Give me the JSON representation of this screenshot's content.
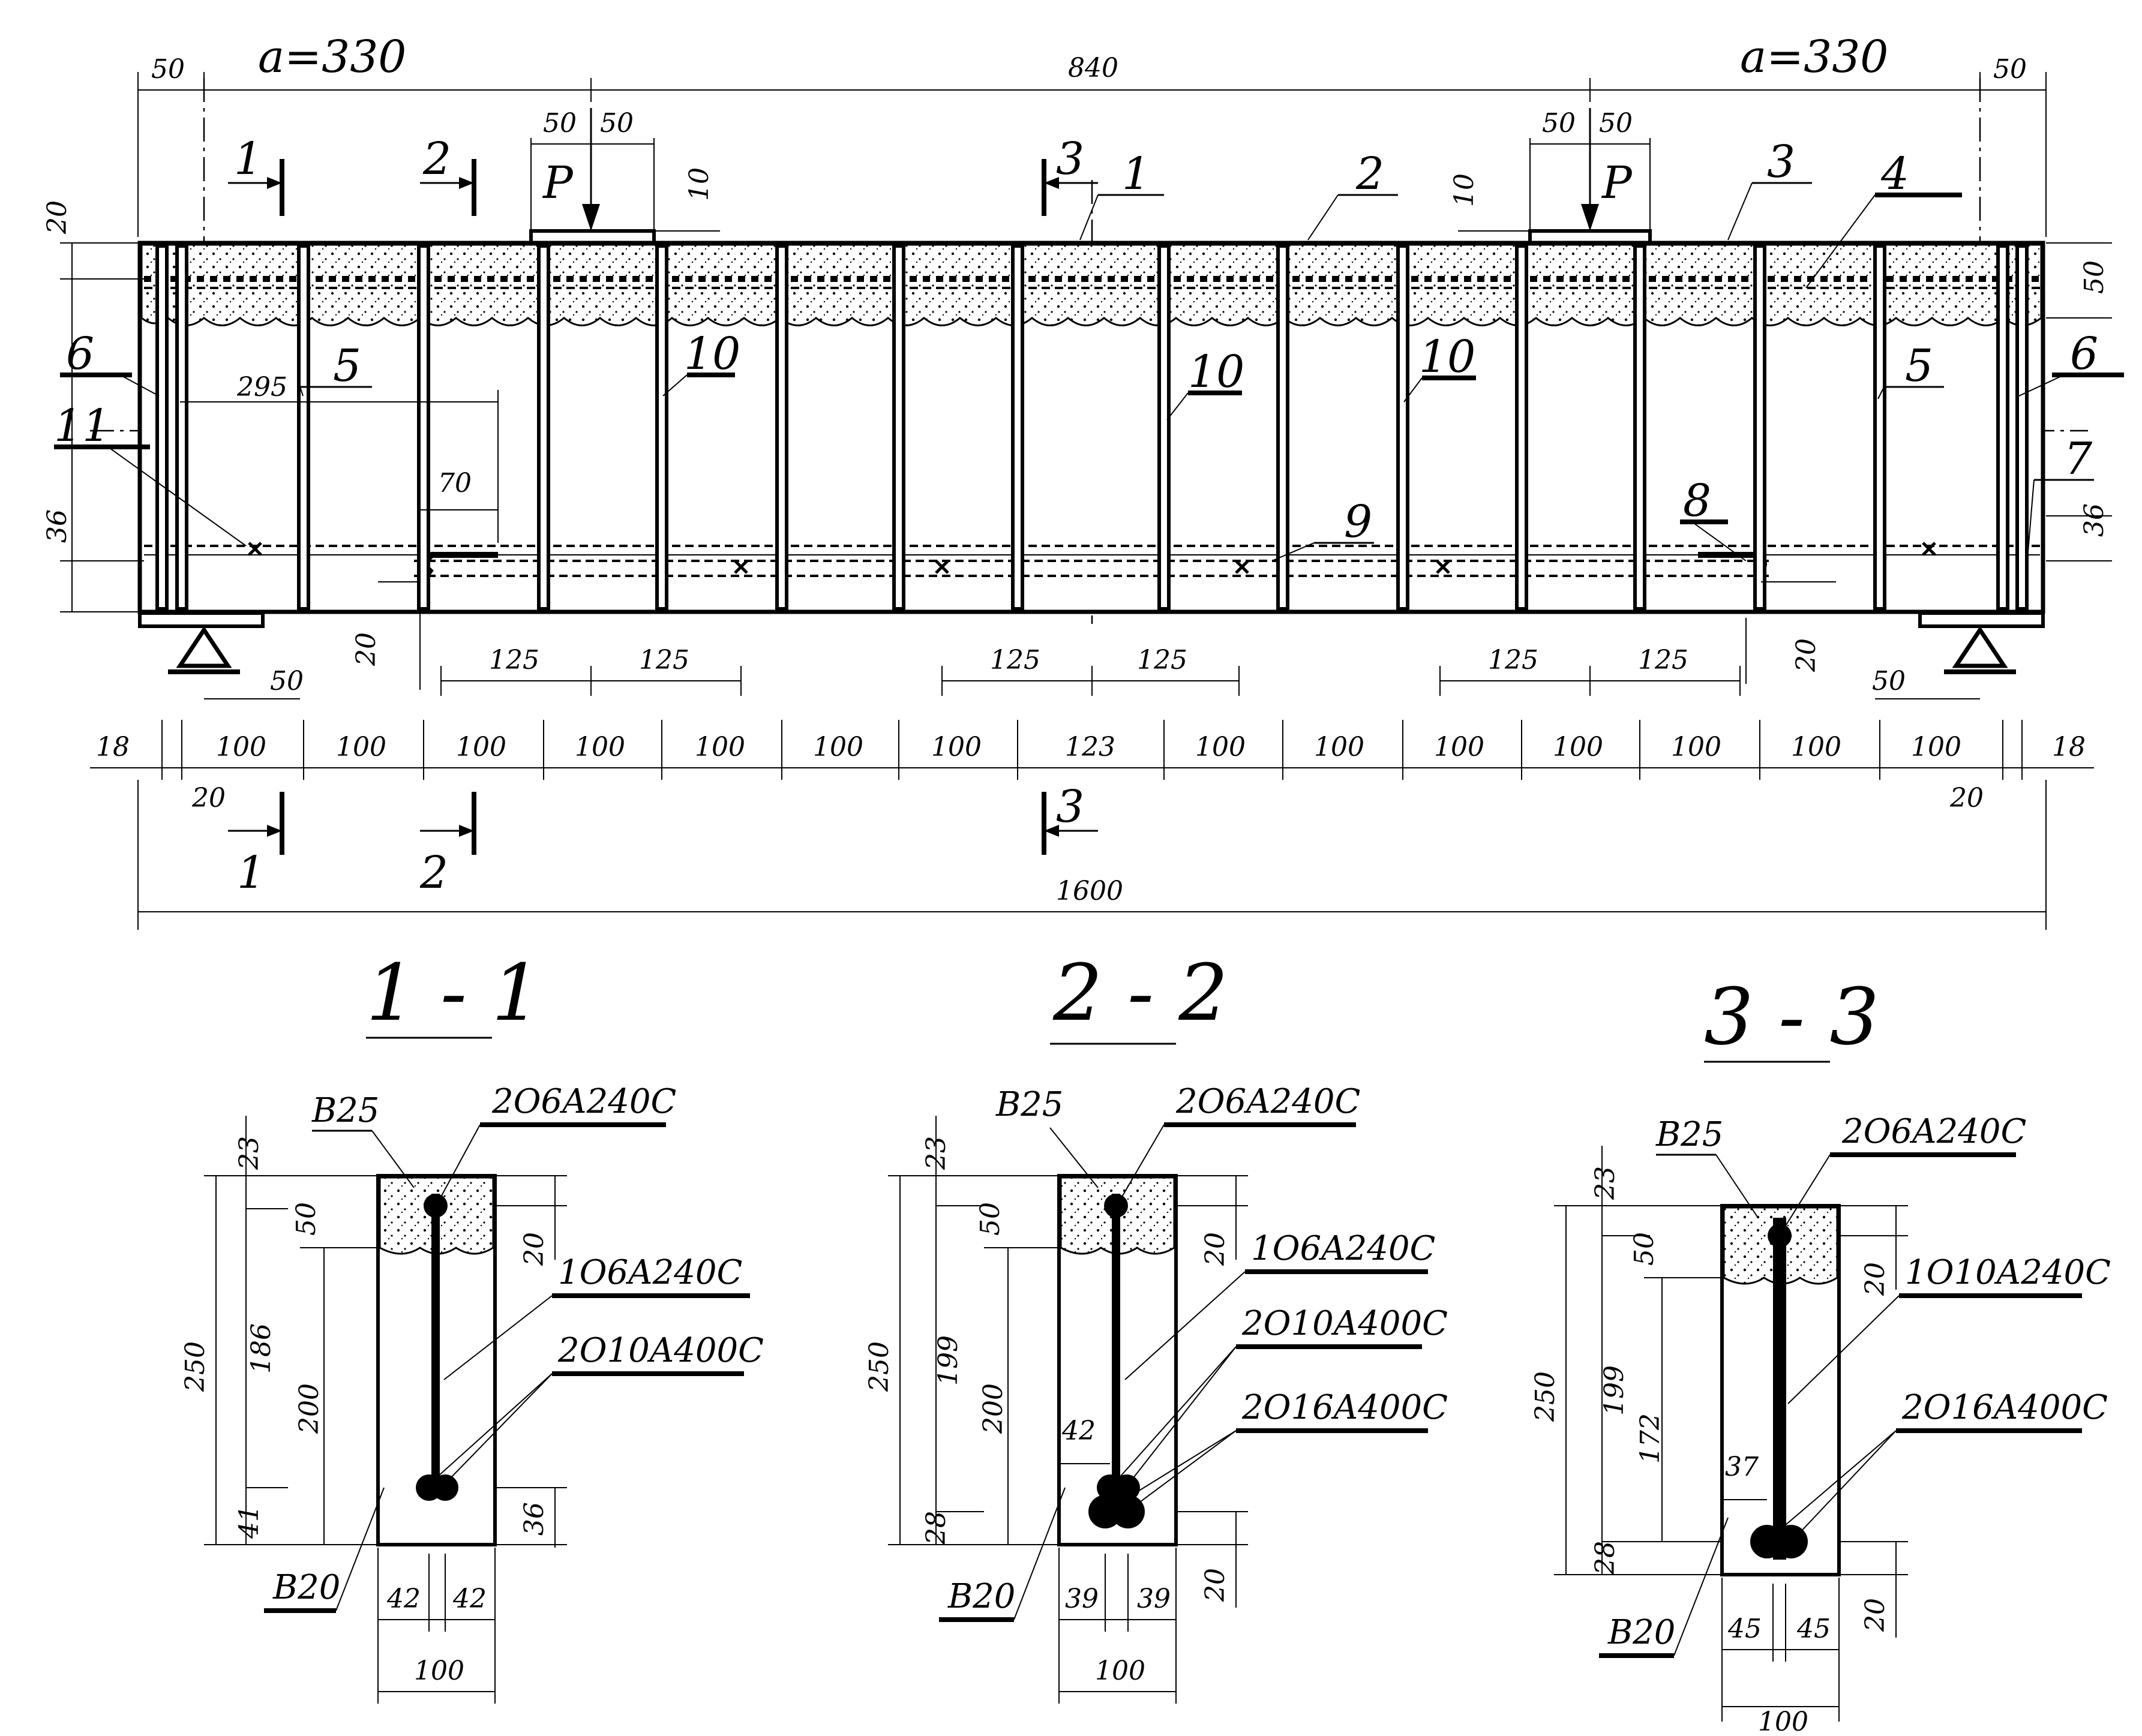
{
  "beam": {
    "shear_span_left": "a=330",
    "shear_span_right": "a=330",
    "span_between_loads": "840",
    "overall_length": "1600",
    "end_overhang": "50",
    "plate_half_widths": [
      "50",
      "50"
    ],
    "load_label": "P",
    "top_cover_height": "20",
    "load_gap": "10",
    "compression_zone_height": "50",
    "bottom_cover": "36",
    "anchor_length": "295",
    "hook_length": "70",
    "hook_offset": "20",
    "support_offset": "50",
    "bar_edge_offset": "18",
    "support_edge_offset": "20",
    "stirrup_spacings": [
      "100",
      "100",
      "100",
      "100",
      "100",
      "100",
      "100",
      "123",
      "100",
      "100",
      "100",
      "100",
      "100",
      "100",
      "100"
    ],
    "group_spacings": [
      "125",
      "125",
      "125",
      "125",
      "125",
      "125"
    ],
    "section_marks": [
      "1",
      "2",
      "3"
    ],
    "position_labels": [
      "1",
      "2",
      "3",
      "4",
      "5",
      "5",
      "6",
      "6",
      "7",
      "8",
      "9",
      "10",
      "10",
      "10",
      "11"
    ]
  },
  "sections": [
    {
      "title": "1 - 1",
      "top_concrete": "B25",
      "bottom_concrete": "B20",
      "top_bars": "2O6A240C",
      "stirrup": "1O6A240C",
      "bottom_bars_1": "2O10A400C",
      "dims_left": [
        "23",
        "50",
        "186",
        "200",
        "41",
        "250"
      ],
      "dims_right": [
        "20",
        "36"
      ],
      "dims_bottom": [
        "42",
        "42",
        "100"
      ]
    },
    {
      "title": "2 - 2",
      "top_concrete": "B25",
      "bottom_concrete": "B20",
      "top_bars": "2O6A240C",
      "stirrup": "1O6A240C",
      "bottom_bars_1": "2O10A400C",
      "bottom_bars_2": "2O16A400C",
      "dims_left": [
        "23",
        "50",
        "199",
        "200",
        "28",
        "250"
      ],
      "dims_inner": "42",
      "dims_right": [
        "20",
        "20"
      ],
      "dims_bottom": [
        "39",
        "39",
        "100"
      ]
    },
    {
      "title": "3 - 3",
      "top_concrete": "B25",
      "bottom_concrete": "B20",
      "top_bars": "2O6A240C",
      "stirrup": "1O10A240C",
      "bottom_bars_2": "2O16A400C",
      "dims_left": [
        "23",
        "50",
        "199",
        "172",
        "28",
        "250"
      ],
      "dims_inner": "37",
      "dims_right": [
        "20",
        "20"
      ],
      "dims_bottom": [
        "45",
        "45",
        "100"
      ]
    }
  ]
}
